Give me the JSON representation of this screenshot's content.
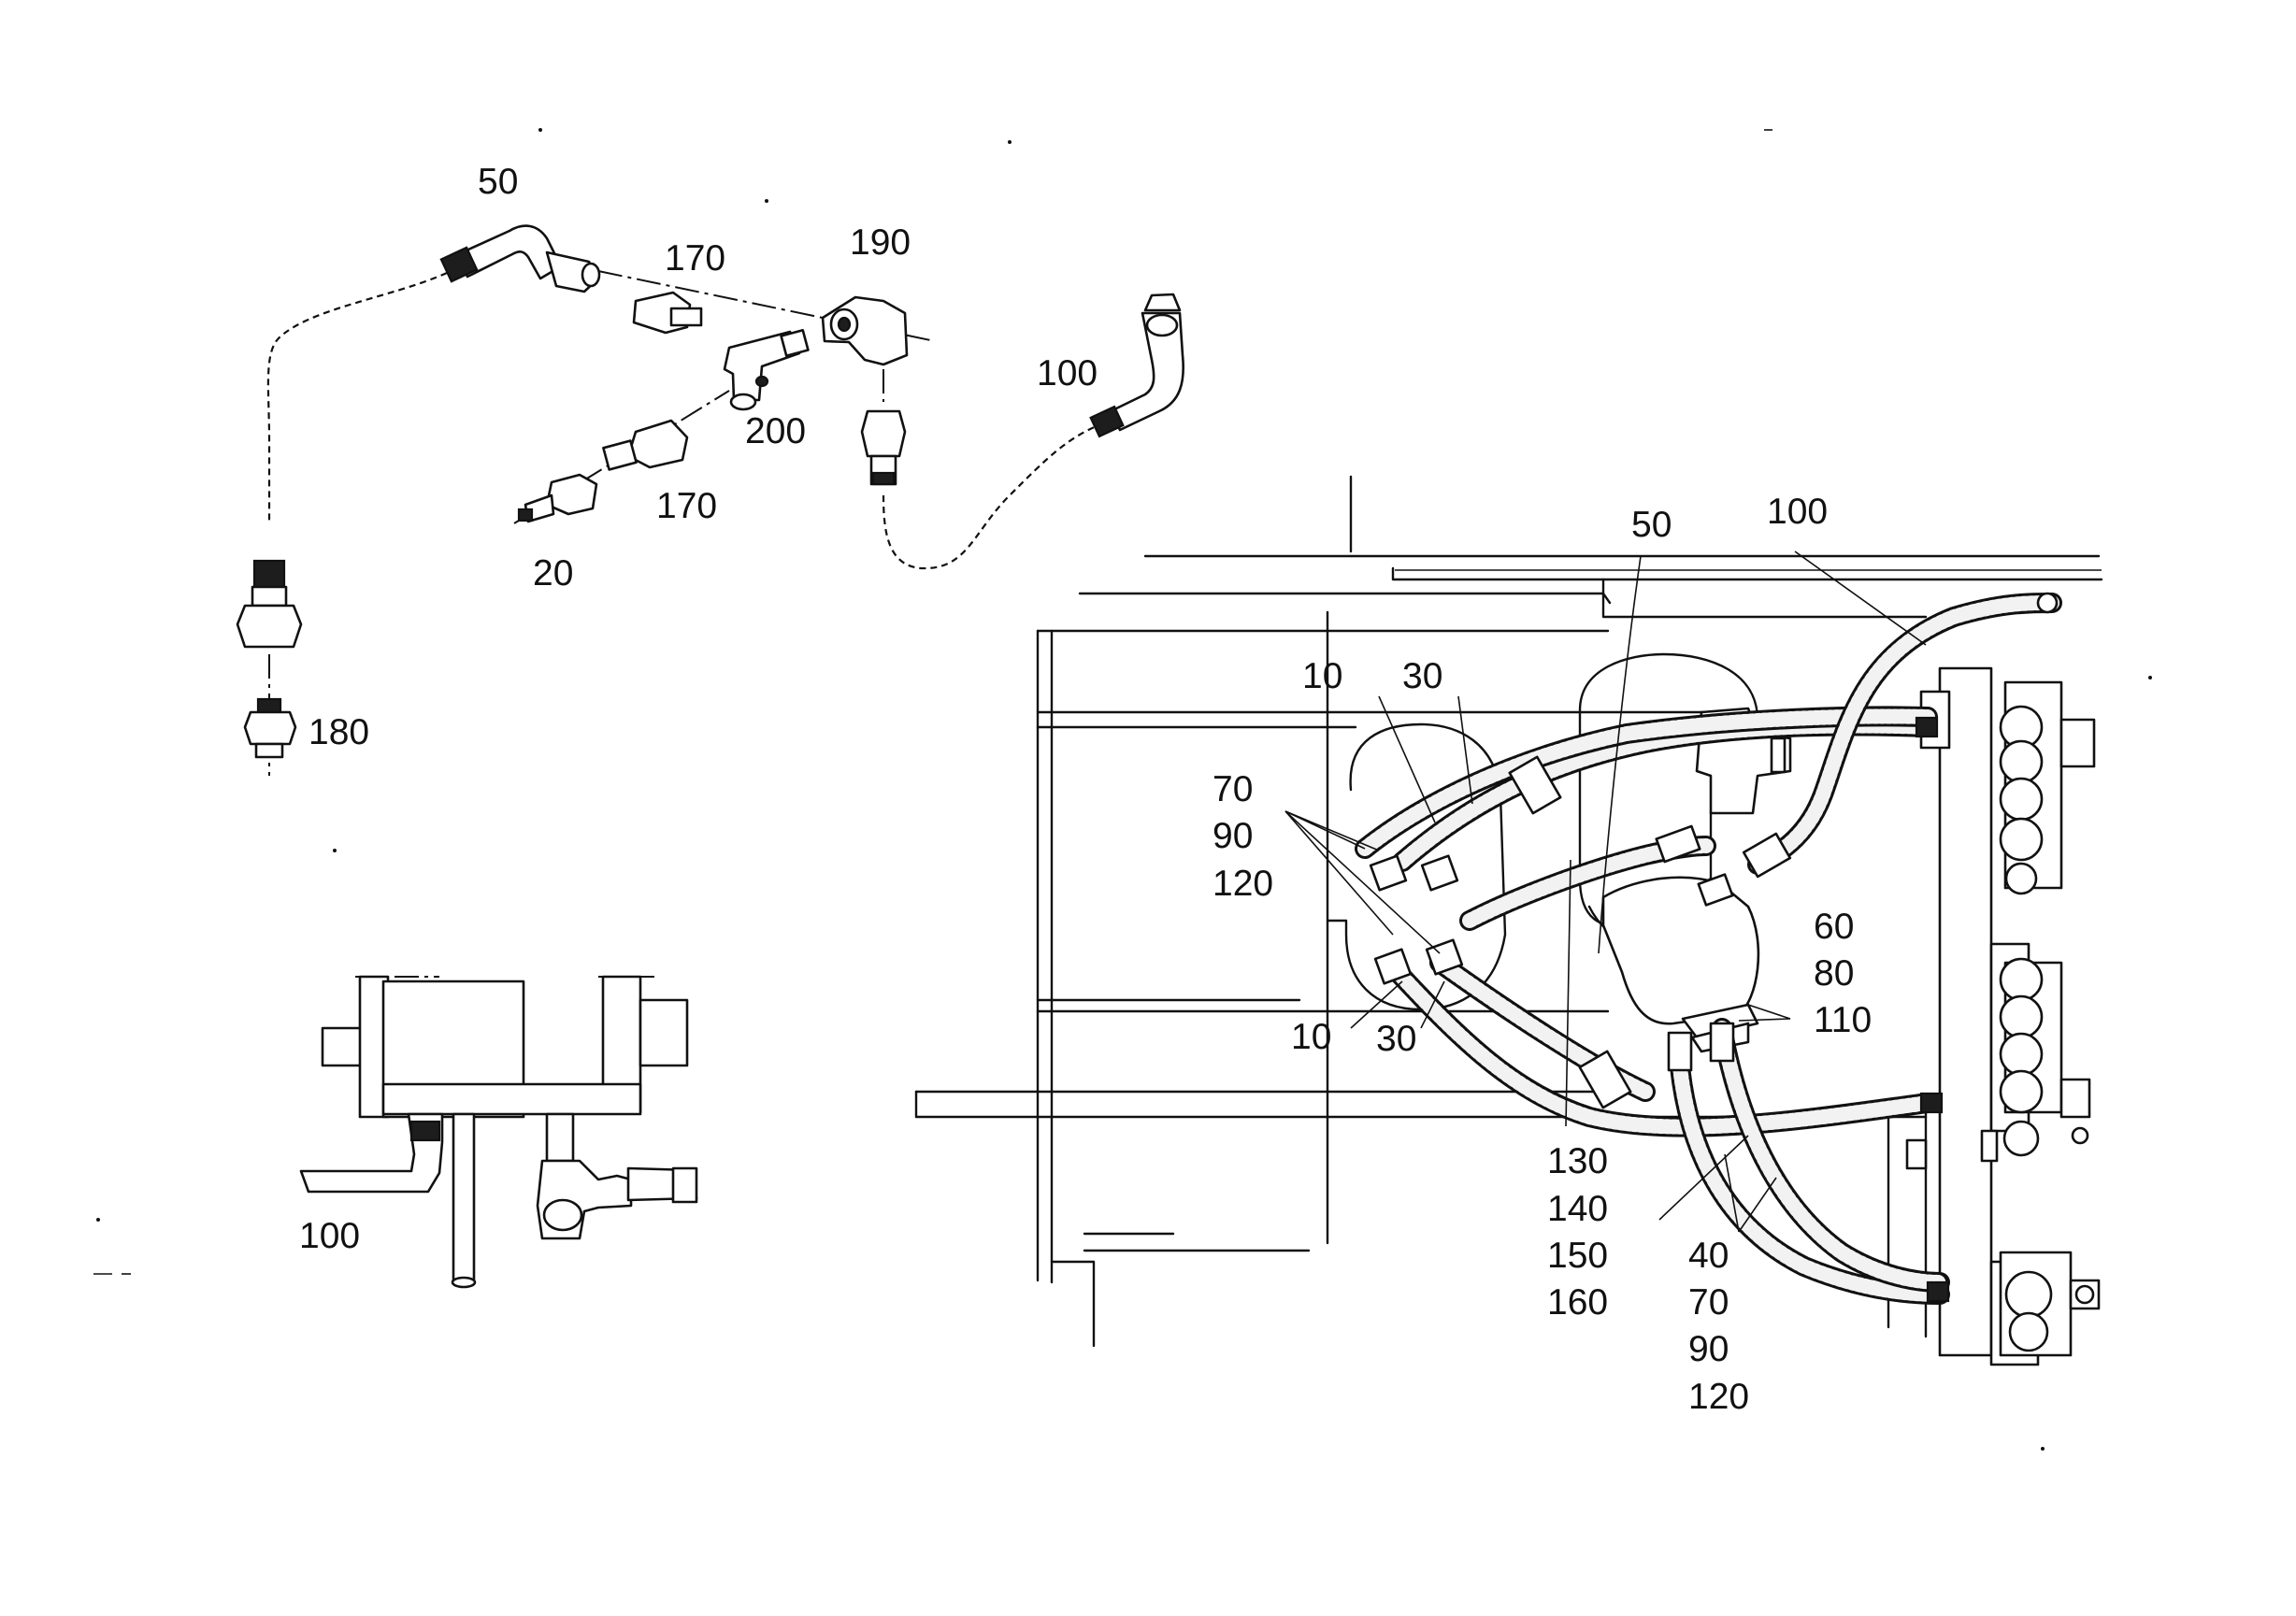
{
  "labels": {
    "d1_50": "50",
    "d1_170a": "170",
    "d1_190": "190",
    "d1_100": "100",
    "d1_200": "200",
    "d1_170b": "170",
    "d1_20": "20",
    "d1_180": "180",
    "d2_100": "100",
    "d3_50": "50",
    "d3_100": "100",
    "d3_10a": "10",
    "d3_30a": "30",
    "d3_70a": "70",
    "d3_90a": "90",
    "d3_120a": "120",
    "d3_60": "60",
    "d3_80": "80",
    "d3_110": "110",
    "d3_10b": "10",
    "d3_30b": "30",
    "d3_130": "130",
    "d3_140": "140",
    "d3_150": "150",
    "d3_160": "160",
    "d3_40": "40",
    "d3_70b": "70",
    "d3_90b": "90",
    "d3_120b": "120"
  }
}
